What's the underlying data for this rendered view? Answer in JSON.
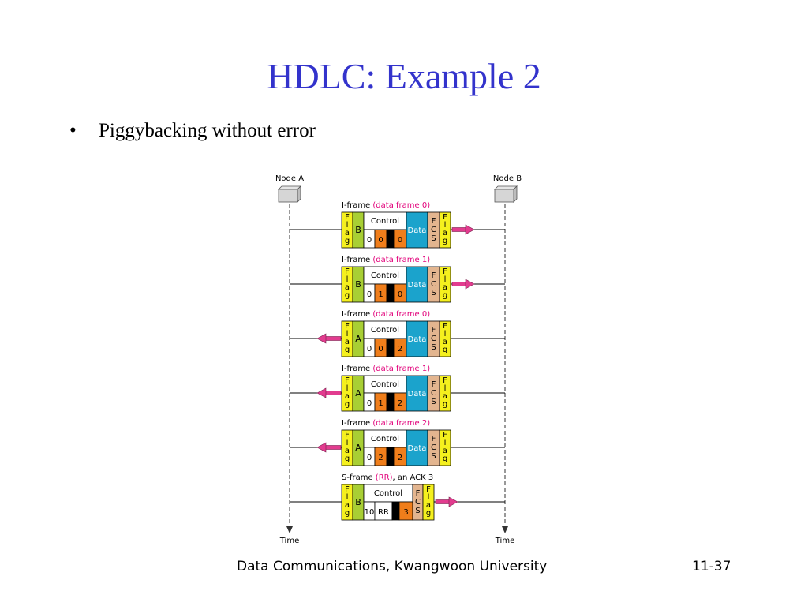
{
  "slide": {
    "title": "HDLC: Example 2",
    "bullet_symbol": "•",
    "bullet_text": "Piggybacking without error"
  },
  "footer": {
    "source": "Data Communications, Kwangwoon University",
    "page": "11-37"
  },
  "diagram": {
    "node_a": "Node A",
    "node_b": "Node B",
    "time_a": "Time",
    "time_b": "Time",
    "flag_letters": [
      "F",
      "l",
      "a",
      "g"
    ],
    "fcs_letters": [
      "F",
      "C",
      "S"
    ],
    "control_label": "Control",
    "data_label": "Data",
    "colors": {
      "flag": "#f5f01e",
      "address": "#a8cf34",
      "orange": "#f07e1b",
      "black": "#000000",
      "data": "#1ba3cc",
      "fcs": "#e3b58f",
      "arrow": "#e23c8f",
      "caption_paren": "#e2007a"
    },
    "frames": [
      {
        "caption_prefix": "I-frame ",
        "caption_paren": "(data frame 0)",
        "caption_suffix": "",
        "kind": "I",
        "address": "B",
        "c1": "0",
        "c2": "0",
        "c3": "",
        "c4": "0",
        "direction": "right"
      },
      {
        "caption_prefix": "I-frame ",
        "caption_paren": "(data frame 1)",
        "caption_suffix": "",
        "kind": "I",
        "address": "B",
        "c1": "0",
        "c2": "1",
        "c3": "",
        "c4": "0",
        "direction": "right"
      },
      {
        "caption_prefix": "I-frame ",
        "caption_paren": "(data frame 0)",
        "caption_suffix": "",
        "kind": "I",
        "address": "A",
        "c1": "0",
        "c2": "0",
        "c3": "",
        "c4": "2",
        "direction": "left"
      },
      {
        "caption_prefix": "I-frame ",
        "caption_paren": "(data frame 1)",
        "caption_suffix": "",
        "kind": "I",
        "address": "A",
        "c1": "0",
        "c2": "1",
        "c3": "",
        "c4": "2",
        "direction": "left"
      },
      {
        "caption_prefix": "I-frame ",
        "caption_paren": "(data frame 2)",
        "caption_suffix": "",
        "kind": "I",
        "address": "A",
        "c1": "0",
        "c2": "2",
        "c3": "",
        "c4": "2",
        "direction": "left"
      },
      {
        "caption_prefix": "S-frame ",
        "caption_paren": "(RR)",
        "caption_suffix": ", an ACK 3",
        "kind": "S",
        "address": "B",
        "c1": "10",
        "c2": "RR",
        "c3": "",
        "c4": "3",
        "direction": "right"
      }
    ]
  }
}
